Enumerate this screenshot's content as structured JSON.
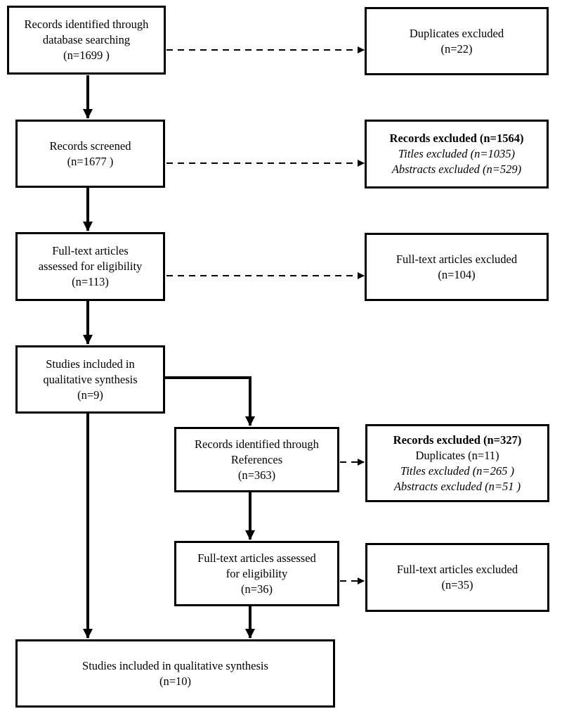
{
  "boxes": {
    "identified": {
      "lines": [
        "Records identified through",
        "database searching",
        "(n=1699 )"
      ]
    },
    "duplicates": {
      "lines": [
        "Duplicates excluded",
        "(n=22)"
      ]
    },
    "screened": {
      "lines": [
        "Records  screened",
        "(n=1677 )"
      ]
    },
    "records_excluded": {
      "title": "Records excluded (n=1564)",
      "lines": [
        "Titles excluded (n=1035)",
        "Abstracts excluded (n=529)"
      ]
    },
    "fulltext_assessed": {
      "lines": [
        "Full-text articles",
        "assessed for eligibility",
        "(n=113)"
      ]
    },
    "fulltext_excluded": {
      "lines": [
        "Full-text articles excluded",
        "(n=104)"
      ]
    },
    "studies_included": {
      "lines": [
        "Studies included in",
        "qualitative synthesis",
        "(n=9)"
      ]
    },
    "references_identified": {
      "lines": [
        "Records identified through",
        "References",
        "(n=363)"
      ]
    },
    "references_excluded": {
      "title": "Records excluded (n=327)",
      "plain": "Duplicates (n=11)",
      "lines": [
        "Titles excluded (n=265 )",
        "Abstracts excluded (n=51 )"
      ]
    },
    "references_fulltext_assessed": {
      "lines": [
        "Full-text articles assessed",
        "for eligibility",
        "(n=36)"
      ]
    },
    "references_fulltext_excluded": {
      "lines": [
        "Full-text articles excluded",
        "(n=35)"
      ]
    },
    "final_included": {
      "lines": [
        "Studies included in qualitative synthesis",
        "(n=10)"
      ]
    }
  },
  "colors": {
    "stroke": "#000000",
    "background": "#ffffff"
  }
}
